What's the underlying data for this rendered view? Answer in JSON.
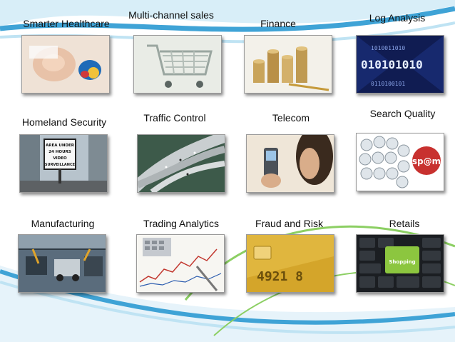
{
  "slide": {
    "tiles": [
      {
        "label": "Smarter Healthcare",
        "image": "newborn-baby-photo"
      },
      {
        "label": "Multi-channel sales",
        "image": "shopping-cart-photo"
      },
      {
        "label": "Finance",
        "image": "coin-stacks-photo"
      },
      {
        "label": "Log Analysis",
        "image": "binary-code-photo"
      },
      {
        "label": "Homeland Security",
        "image": "video-surveillance-sign-photo"
      },
      {
        "label": "Traffic Control",
        "image": "highway-interchange-photo"
      },
      {
        "label": "Telecom",
        "image": "woman-with-phone-photo"
      },
      {
        "label": "Search Quality",
        "image": "spam-web-icons-photo"
      },
      {
        "label": "Manufacturing",
        "image": "car-assembly-line-photo"
      },
      {
        "label": "Trading Analytics",
        "image": "calculator-stock-chart-photo"
      },
      {
        "label": "Fraud and Risk",
        "image": "credit-card-photo"
      },
      {
        "label": "Retails",
        "image": "shopping-keyboard-photo"
      }
    ],
    "sign_text": [
      "AREA UNDER",
      "24 HOURS",
      "VIDEO",
      "SURVEILLANCE"
    ],
    "binary_text": "010101010",
    "card_number": "4921 8",
    "keyboard_key_label": "Shopping",
    "spam_text": "sp@m",
    "colors": {
      "swoosh_blue": "#3fa3d6",
      "swoosh_light": "#bfe3f3",
      "swoosh_green": "#8ccf63"
    }
  }
}
